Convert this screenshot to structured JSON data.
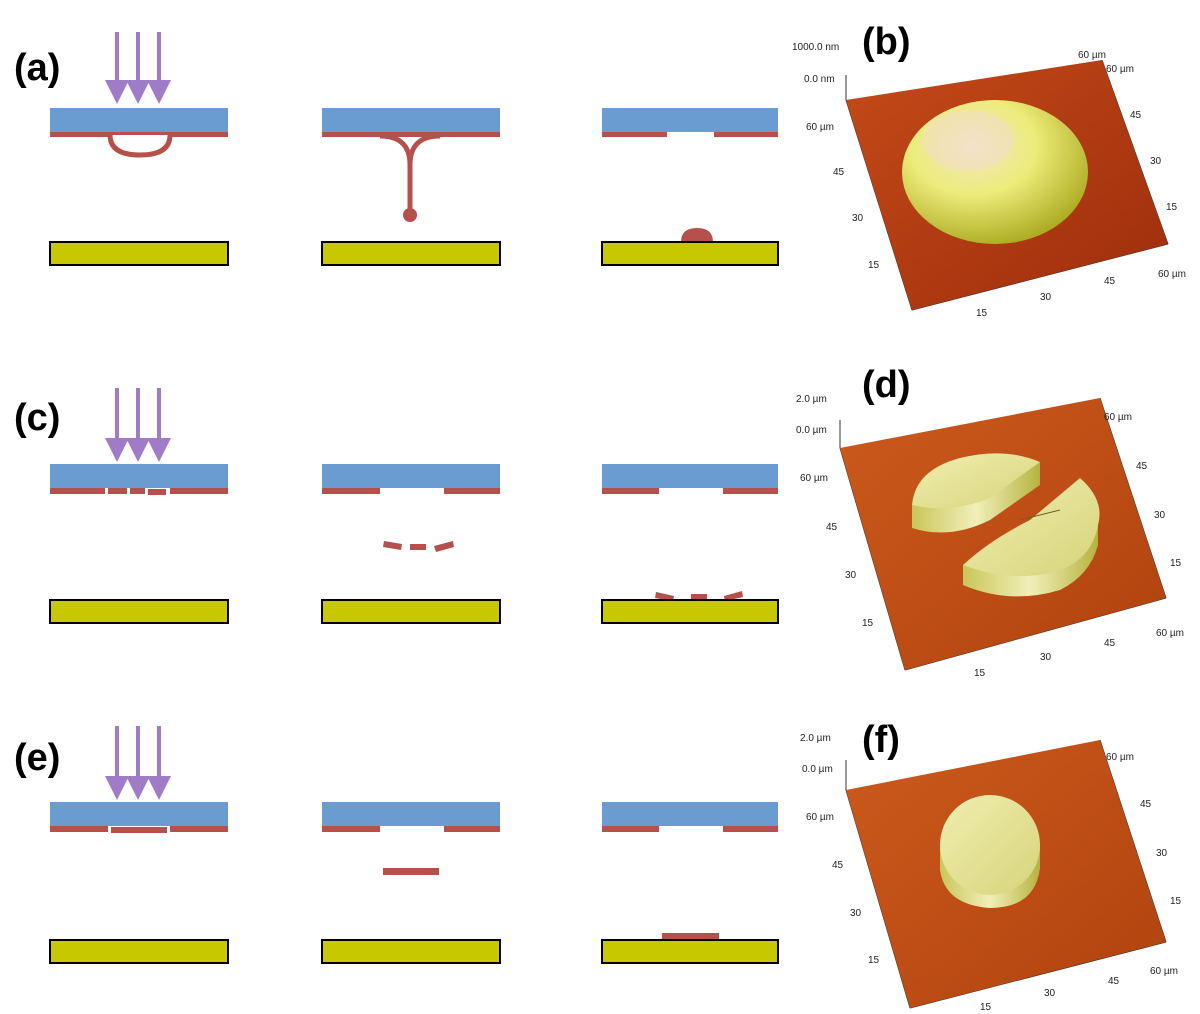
{
  "labels": {
    "a": "(a)",
    "b": "(b)",
    "c": "(c)",
    "d": "(d)",
    "e": "(e)",
    "f": "(f)"
  },
  "colors": {
    "donor_glass": "#6a9bd1",
    "film": "#b5504c",
    "receiver": "#c8c800",
    "receiver_border": "#000000",
    "arrow": "#a07cc8",
    "afm_b_surface": "#b03a12",
    "afm_d_surface": "#c0501a",
    "afm_f_surface": "#c25418",
    "deposit_yellow": "#e2e064"
  },
  "afm_b": {
    "z_max": "1000.0 nm",
    "z_min": "0.0 nm",
    "corner_label": "60 µm",
    "y_ticks_left": [
      "60 µm",
      "45",
      "30",
      "15"
    ],
    "y_ticks_right": [
      "60 µm",
      "45",
      "30",
      "15"
    ],
    "x_ticks": [
      "15",
      "30",
      "45",
      "60 µm"
    ]
  },
  "afm_d": {
    "z_max": "2.0 µm",
    "z_min": "0.0 µm",
    "y_ticks_left": [
      "60 µm",
      "45",
      "30",
      "15"
    ],
    "y_ticks_right": [
      "60 µm",
      "45",
      "30",
      "15"
    ],
    "x_ticks": [
      "15",
      "30",
      "45",
      "60 µm"
    ]
  },
  "afm_f": {
    "z_max": "2.0 µm",
    "z_min": "0.0 µm",
    "y_ticks_left": [
      "60 µm",
      "45",
      "30",
      "15"
    ],
    "y_ticks_right": [
      "60 µm",
      "45",
      "30",
      "15"
    ],
    "x_ticks": [
      "15",
      "30",
      "45",
      "60 µm"
    ]
  }
}
